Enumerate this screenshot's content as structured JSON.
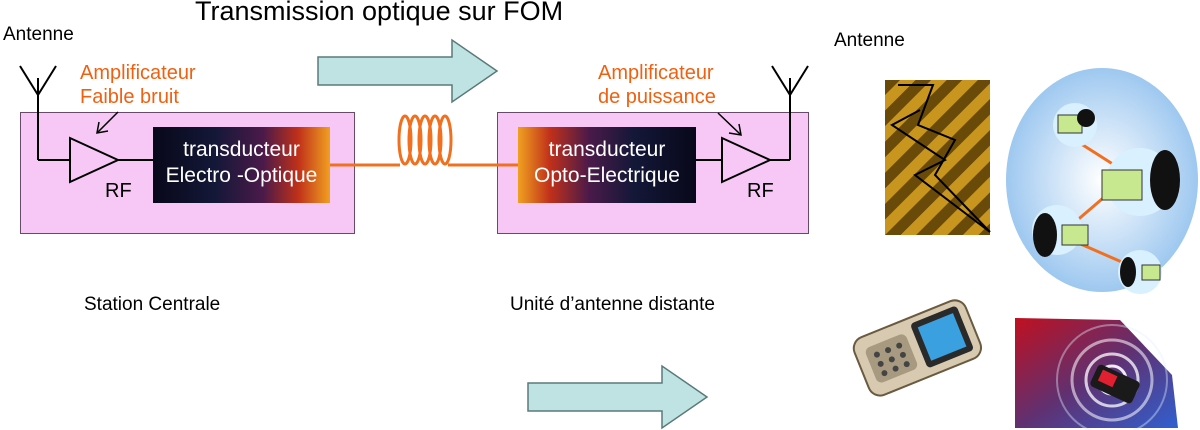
{
  "title": "Transmission optique sur FOM",
  "central": {
    "antenna_label": "Antenne",
    "amp_line1": "Amplificateur",
    "amp_line2": "Faible bruit",
    "rf_label": "RF",
    "transducer_line1": "transducteur",
    "transducer_line2": "Electro -Optique",
    "station_label": "Station Centrale"
  },
  "remote": {
    "antenna_label": "Antenne",
    "amp_line1": "Amplificateur",
    "amp_line2": "de puissance",
    "rf_label": "RF",
    "transducer_line1": "transducteur",
    "transducer_line2": "Opto-Electrique",
    "unit_label": "Unité d’antenne distante"
  },
  "colors": {
    "arrow_fill": "#bfe3e3",
    "arrow_stroke": "#5a7a7a",
    "fiber": "#f07020",
    "amp_label": "#f06010",
    "box_fill": "#f7c8f5"
  },
  "icons": [
    "wireless-link-icon",
    "networked-laptops-icon",
    "mobile-phone-icon",
    "phone-signal-icon"
  ]
}
